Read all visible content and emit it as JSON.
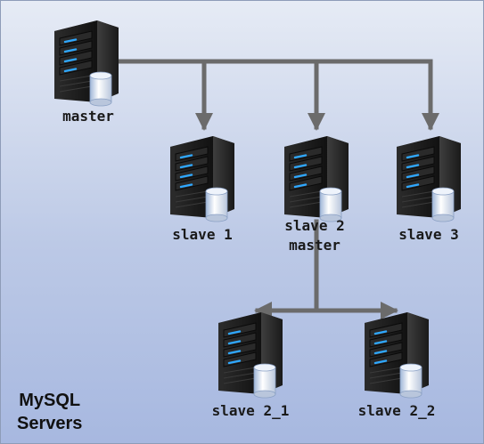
{
  "nodes": {
    "master": {
      "label": "master"
    },
    "slave_1": {
      "label": "slave 1"
    },
    "slave_2": {
      "label_line1": "slave 2",
      "label_line2": "master"
    },
    "slave_3": {
      "label": "slave 3"
    },
    "slave_2_1": {
      "label": "slave 2_1"
    },
    "slave_2_2": {
      "label": "slave 2_2"
    }
  },
  "caption": {
    "line1": "MySQL",
    "line2": "Servers"
  },
  "colors": {
    "connector": "#6b6b6b",
    "background_top": "#e6ebf5",
    "background_bottom": "#a7b8e0",
    "server_body": "#1f1f1f",
    "drive_light": "#2fa8ff"
  },
  "icons": {
    "server": "server-with-database-icon"
  }
}
